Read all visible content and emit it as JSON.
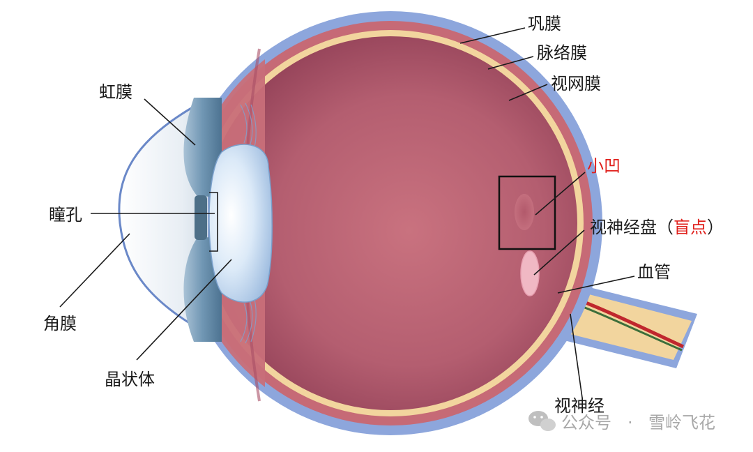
{
  "labels": {
    "sclera": "巩膜",
    "choroid": "脉络膜",
    "retina": "视网膜",
    "iris": "虹膜",
    "fovea": "小凹",
    "optic_disc": "视神经盘",
    "paren_open": "（",
    "blind_spot": "盲点",
    "paren_close": "）",
    "pupil": "瞳孔",
    "vessels": "血管",
    "cornea": "角膜",
    "lens": "晶状体",
    "optic_nerve": "视神经"
  },
  "watermark": {
    "prefix": "公众号",
    "separator": "·",
    "name": "雪岭飞花",
    "icon": "wechat-icon"
  },
  "colors": {
    "sclera": "#8da6dc",
    "choroid": "#c66a76",
    "retina": "#f2d59e",
    "vitreous": "#a94f66",
    "highlight": "#e0201c"
  }
}
